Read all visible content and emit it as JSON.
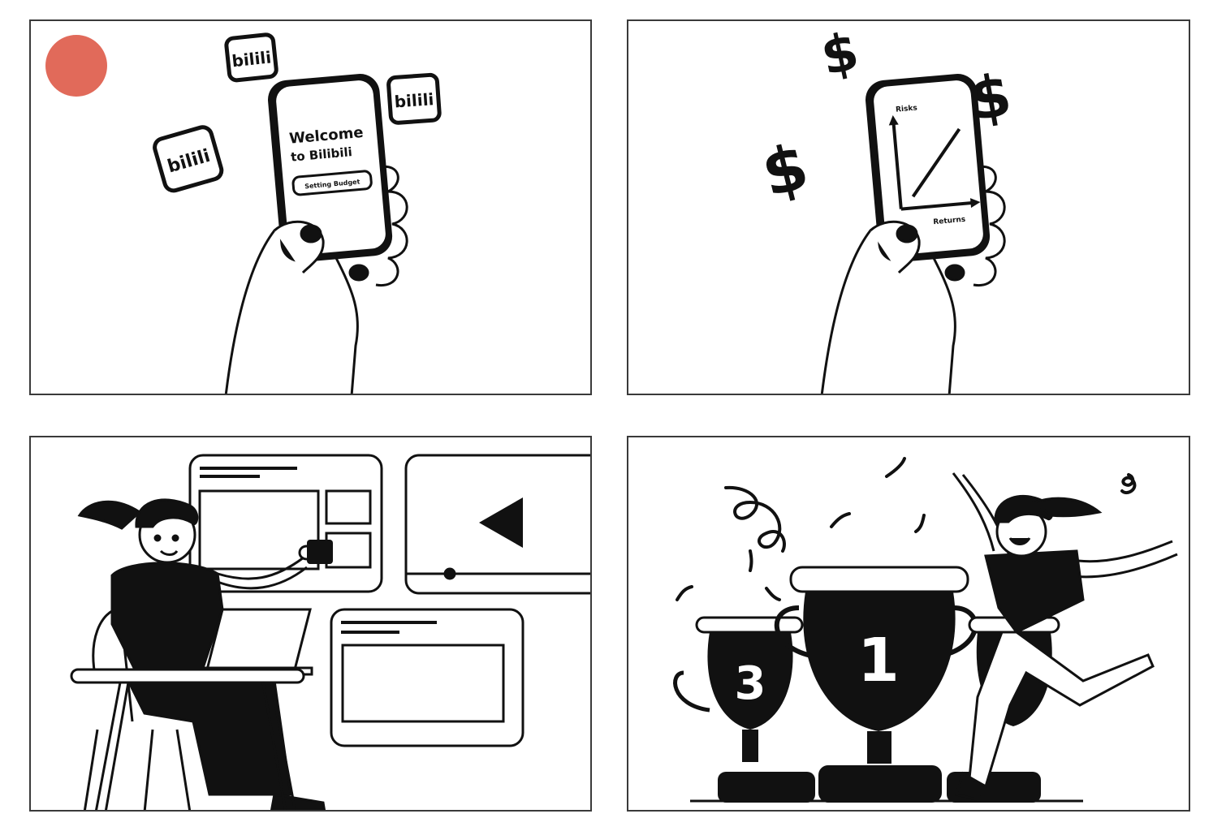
{
  "accent_color": "#e16a5a",
  "ink_color": "#111111",
  "panels": [
    {
      "id": "panel-1",
      "phone_screen": {
        "heading_line1": "Welcome",
        "heading_line2": "to Bilibili",
        "button_label": "Setting Budget"
      },
      "badges": [
        "bilili",
        "bilili",
        "bilili"
      ],
      "badge_icon": "bilibili-logo-icon"
    },
    {
      "id": "panel-2",
      "phone_screen": {
        "y_axis_label": "Risks",
        "x_axis_label": "Returns"
      },
      "symbols": [
        "$",
        "$",
        "$"
      ]
    },
    {
      "id": "panel-3",
      "scene": "woman-at-desk-with-coffee",
      "icons": [
        "play-icon",
        "laptop-icon",
        "coffee-cup-icon"
      ]
    },
    {
      "id": "panel-4",
      "scene": "woman-celebrating-trophies",
      "trophy_numbers": [
        "1",
        "3"
      ]
    }
  ]
}
